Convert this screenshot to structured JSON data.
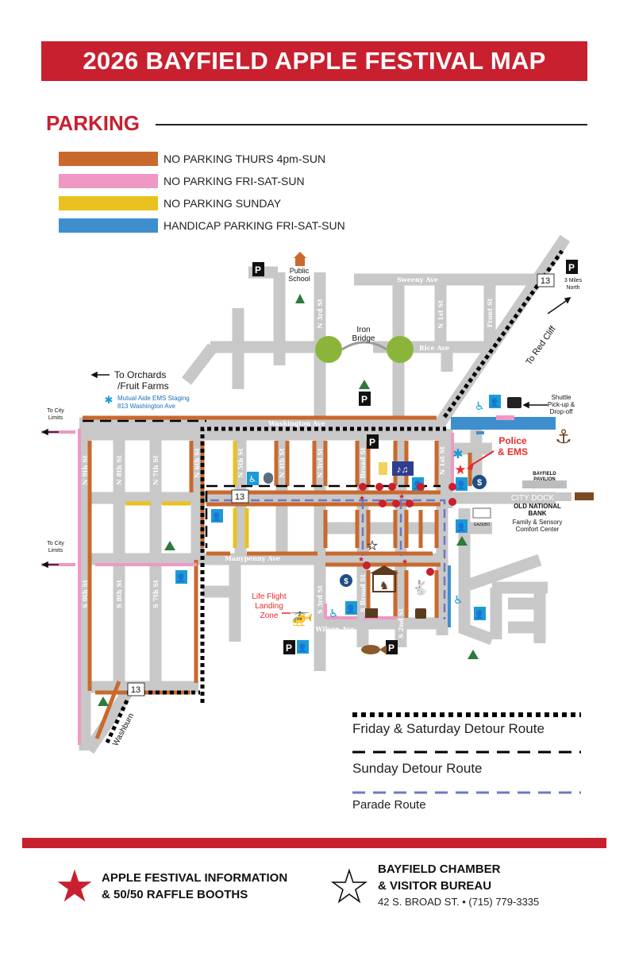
{
  "header": {
    "title": "2026 BAYFIELD APPLE FESTIVAL MAP"
  },
  "parking": {
    "heading": "PARKING",
    "legend": [
      {
        "label": "NO PARKING THURS 4pm-SUN",
        "color": "#c9692e"
      },
      {
        "label": "NO PARKING FRI-SAT-SUN",
        "color": "#ef98c3"
      },
      {
        "label": "NO PARKING SUNDAY",
        "color": "#e9c21f"
      },
      {
        "label": "HANDICAP PARKING FRI-SAT-SUN",
        "color": "#3f8fcf"
      }
    ]
  },
  "map": {
    "streets": {
      "sweeny": "Sweeny Ave",
      "rice": "Rice Ave",
      "washington": "Washington Ave",
      "manypenny": "Manypenny Ave",
      "wilson": "Wilson Ave",
      "n9": "N 9th St",
      "n8": "N 8th St",
      "n7": "N 7th St",
      "n6": "N 6th St",
      "n5": "N 5th St",
      "n4": "N 4th St",
      "n3": "N 3rd St",
      "broad": "Broad St",
      "n1": "N 1st St",
      "front": "Front St",
      "n3top": "N 3rd St",
      "n1top": "N 1st St",
      "s9": "S 9th St",
      "s8": "S 8th St",
      "s7": "S 7th St",
      "s3": "S 3rd St",
      "sbroad": "S Broad St",
      "s2": "S 2nd St"
    },
    "labels": {
      "public_school": [
        "Public",
        "School"
      ],
      "iron_bridge": [
        "Iron",
        "Bridge"
      ],
      "three_miles": [
        "3 Miles",
        "North"
      ],
      "red_cliff": "To Red Cliff",
      "orchards": [
        "To Orchards",
        "/Fruit Farms"
      ],
      "ems_staging": [
        "Mutual Aide EMS Staging",
        "813 Washington Ave"
      ],
      "city_limits_top": [
        "To City",
        "Limits"
      ],
      "city_limits_mid": [
        "To City",
        "Limits"
      ],
      "shuttle": [
        "Shuttle",
        "Pick-up &",
        "Drop-off"
      ],
      "police": [
        "Police",
        "& EMS"
      ],
      "pavilion": [
        "BAYFIELD",
        "PAVILION"
      ],
      "city_dock": "CITY DOCK",
      "old_national": [
        "OLD NATIONAL",
        "BANK"
      ],
      "comfort": [
        "Family & Sensory",
        "Comfort Center"
      ],
      "gazebo": "GAZEBO",
      "lifeflight": [
        "Life Flight",
        "Landing",
        "Zone"
      ],
      "washburn": "Washburn",
      "hwy": "13",
      "parking_p": "P"
    }
  },
  "routes": [
    {
      "label": "Friday & Saturday Detour Route",
      "style": "dotted"
    },
    {
      "label": "Sunday Detour Route",
      "style": "dashed"
    },
    {
      "label": "Parade Route",
      "style": "parade"
    }
  ],
  "footer": {
    "info": [
      "APPLE FESTIVAL INFORMATION",
      "& 50/50 RAFFLE BOOTHS"
    ],
    "chamber": [
      "BAYFIELD CHAMBER",
      "& VISITOR BUREAU"
    ],
    "address": "42 S. BROAD ST. • (715) 779-3335",
    "accent": "#c8202f"
  }
}
